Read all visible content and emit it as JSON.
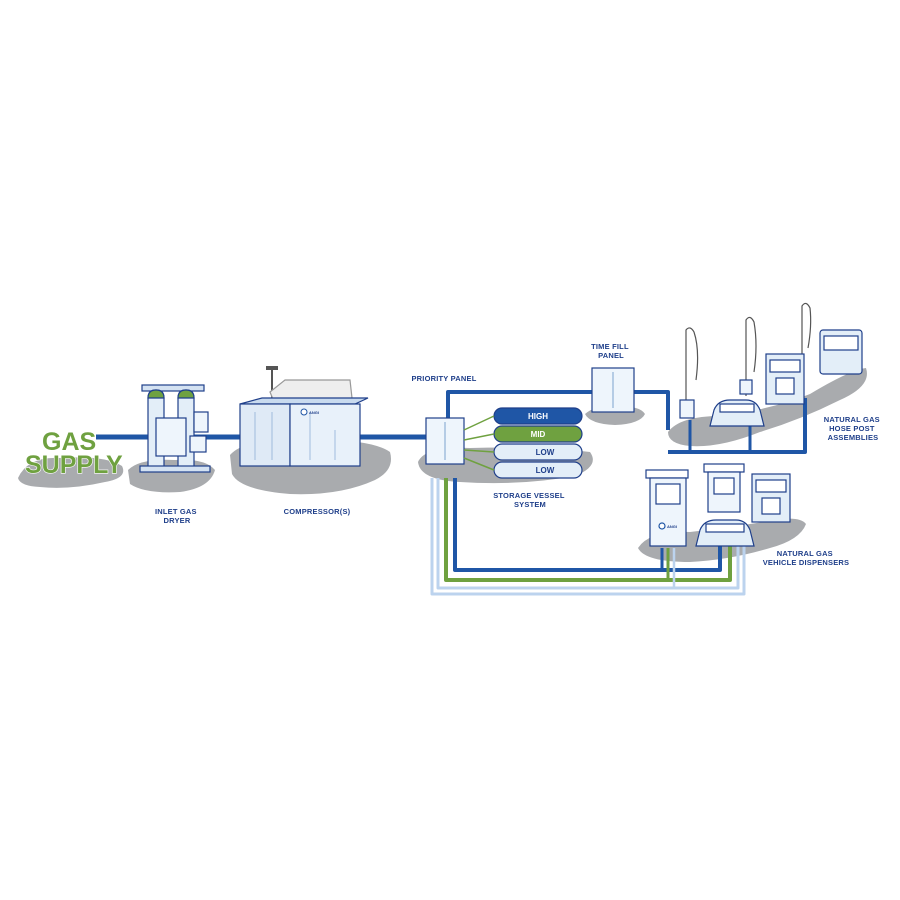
{
  "gas_supply": {
    "line1": "GAS",
    "line2": "SUPPLY"
  },
  "labels": {
    "inlet_gas_dryer": [
      "INLET GAS",
      "DRYER"
    ],
    "compressors": [
      "COMPRESSOR(S)"
    ],
    "priority_panel": [
      "PRIORITY PANEL"
    ],
    "time_fill_panel": [
      "TIME FILL",
      "PANEL"
    ],
    "storage_vessel_system": [
      "STORAGE VESSEL",
      "SYSTEM"
    ],
    "hose_post_assemblies": [
      "NATURAL GAS",
      "HOSE POST",
      "ASSEMBLIES"
    ],
    "vehicle_dispensers": [
      "NATURAL GAS",
      "VEHICLE DISPENSERS"
    ]
  },
  "storage_tanks": [
    "HIGH",
    "MID",
    "LOW",
    "LOW"
  ],
  "brand": "ANGI",
  "colors": {
    "pipe_blue": "#1f56a6",
    "gas_green": "#6fa140",
    "ground_gray": "#a9abae",
    "equipment_light": "#e3eef8",
    "outline_navy": "#1f3f8a"
  }
}
